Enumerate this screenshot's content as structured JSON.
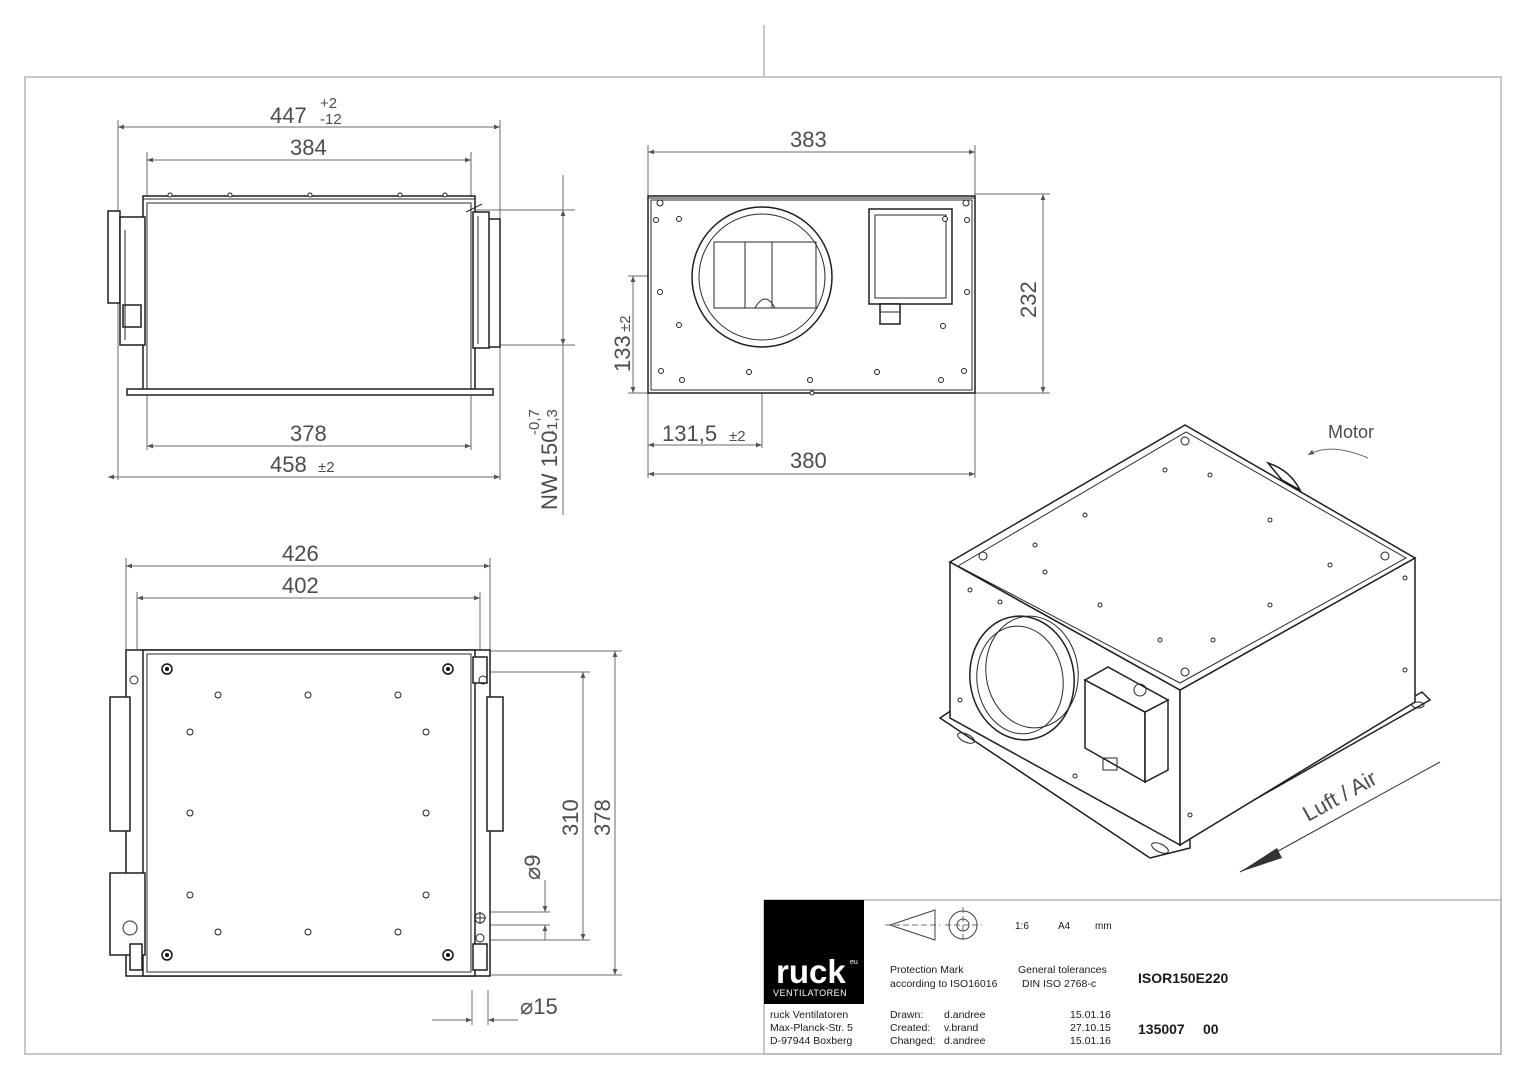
{
  "views": {
    "side": {
      "overall_width": "447",
      "tol_plus": "+2",
      "tol_minus": "-12",
      "body_width": "384",
      "base_width": "378",
      "flange_width": "458",
      "flange_tol": "±2",
      "nominal": "NW 150",
      "nominal_tol_top": "-0,7",
      "nominal_tol_bot": "-1,3"
    },
    "front": {
      "width": "383",
      "height": "232",
      "center_height": "133",
      "center_height_tol": "±2",
      "center_offset": "131,5",
      "center_offset_tol": "±2",
      "base_width": "380"
    },
    "top": {
      "width": "426",
      "inner_width": "402",
      "height_inner": "310",
      "height_outer": "378",
      "slot_dia": "⌀9",
      "hole_dia": "⌀15"
    },
    "iso": {
      "motor_label": "Motor",
      "airflow_label": "Luft / Air"
    }
  },
  "title_block": {
    "logo_text": "ruck",
    "logo_sup": "eu",
    "logo_sub": "VENTILATOREN",
    "scale": "1:6",
    "paper": "A4",
    "unit": "mm",
    "protection_line1": "Protection Mark",
    "protection_line2": "according to ISO16016",
    "tolerance_line1": "General tolerances",
    "tolerance_line2": "DIN ISO 2768-c",
    "model": "ISOR150E220",
    "company_line1": "ruck Ventilatoren",
    "company_line2": "Max-Planck-Str. 5",
    "company_line3": "D-97944 Boxberg",
    "drawn_label": "Drawn:",
    "drawn_by": "d.andree",
    "drawn_date": "15.01.16",
    "created_label": "Created:",
    "created_by": "v.brand",
    "created_date": "27.10.15",
    "changed_label": "Changed:",
    "changed_by": "d.andree",
    "changed_date": "15.01.16",
    "drawing_number": "135007",
    "revision": "00"
  },
  "colors": {
    "frame": "#b5b5b5",
    "line": "#1f1f1f",
    "dimension": "#4d4d4d",
    "logo_bg": "#000000"
  }
}
